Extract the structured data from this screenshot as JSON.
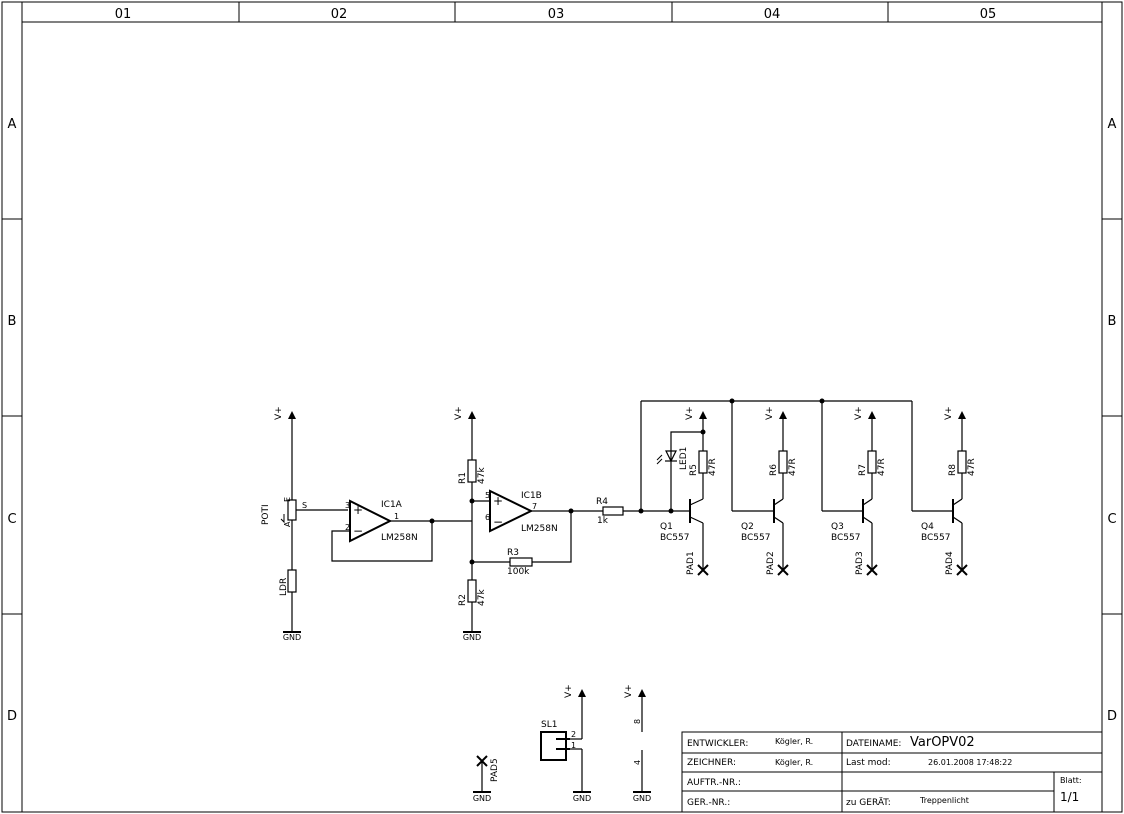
{
  "frame": {
    "columns": [
      "01",
      "02",
      "03",
      "04",
      "05"
    ],
    "rows": [
      "A",
      "B",
      "C",
      "D"
    ]
  },
  "supply_labels": {
    "vplus": "V+",
    "gnd": "GND"
  },
  "components": {
    "poti": {
      "name": "POTI",
      "pin_e": "E",
      "pin_s": "S",
      "pin_a": "A"
    },
    "ldr": {
      "name": "LDR"
    },
    "ic1a": {
      "name": "IC1A",
      "value": "LM258N",
      "pin_plus": "3",
      "pin_minus": "2",
      "pin_out": "1",
      "plus_sign": "+",
      "minus_sign": "−"
    },
    "ic1b": {
      "name": "IC1B",
      "value": "LM258N",
      "pin_plus": "5",
      "pin_minus": "6",
      "pin_out": "7",
      "plus_sign": "+",
      "minus_sign": "−"
    },
    "r1": {
      "name": "R1",
      "value": "47k"
    },
    "r2": {
      "name": "R2",
      "value": "47k"
    },
    "r3": {
      "name": "R3",
      "value": "100k"
    },
    "r4": {
      "name": "R4",
      "value": "1k"
    },
    "led1": {
      "name": "LED1"
    },
    "r5": {
      "name": "R5",
      "value": "47R"
    },
    "r6": {
      "name": "R6",
      "value": "47R"
    },
    "r7": {
      "name": "R7",
      "value": "47R"
    },
    "r8": {
      "name": "R8",
      "value": "47R"
    },
    "q1": {
      "name": "Q1",
      "value": "BC557"
    },
    "q2": {
      "name": "Q2",
      "value": "BC557"
    },
    "q3": {
      "name": "Q3",
      "value": "BC557"
    },
    "q4": {
      "name": "Q4",
      "value": "BC557"
    },
    "pad1": {
      "name": "PAD1"
    },
    "pad2": {
      "name": "PAD2"
    },
    "pad3": {
      "name": "PAD3"
    },
    "pad4": {
      "name": "PAD4"
    },
    "pad5": {
      "name": "PAD5"
    },
    "sl1": {
      "name": "SL1",
      "pin2": "2",
      "pin1": "1"
    },
    "ic_power": {
      "pin8": "8",
      "pin4": "4"
    }
  },
  "title_block": {
    "developer_label": "ENTWICKLER:",
    "developer": "Kögler, R.",
    "drafter_label": "ZEICHNER:",
    "drafter": "Kögler, R.",
    "filename_label": "DATEINAME:",
    "filename": "VarOPV02",
    "lastmod_label": "Last mod:",
    "lastmod": "26.01.2008 17:48:22",
    "order_label": "AUFTR.-NR.:",
    "device_no_label": "GER.-NR.:",
    "device_label": "zu GERÄT:",
    "device": "Treppenlicht",
    "sheet_label": "Blatt:",
    "sheet": "1/1"
  }
}
